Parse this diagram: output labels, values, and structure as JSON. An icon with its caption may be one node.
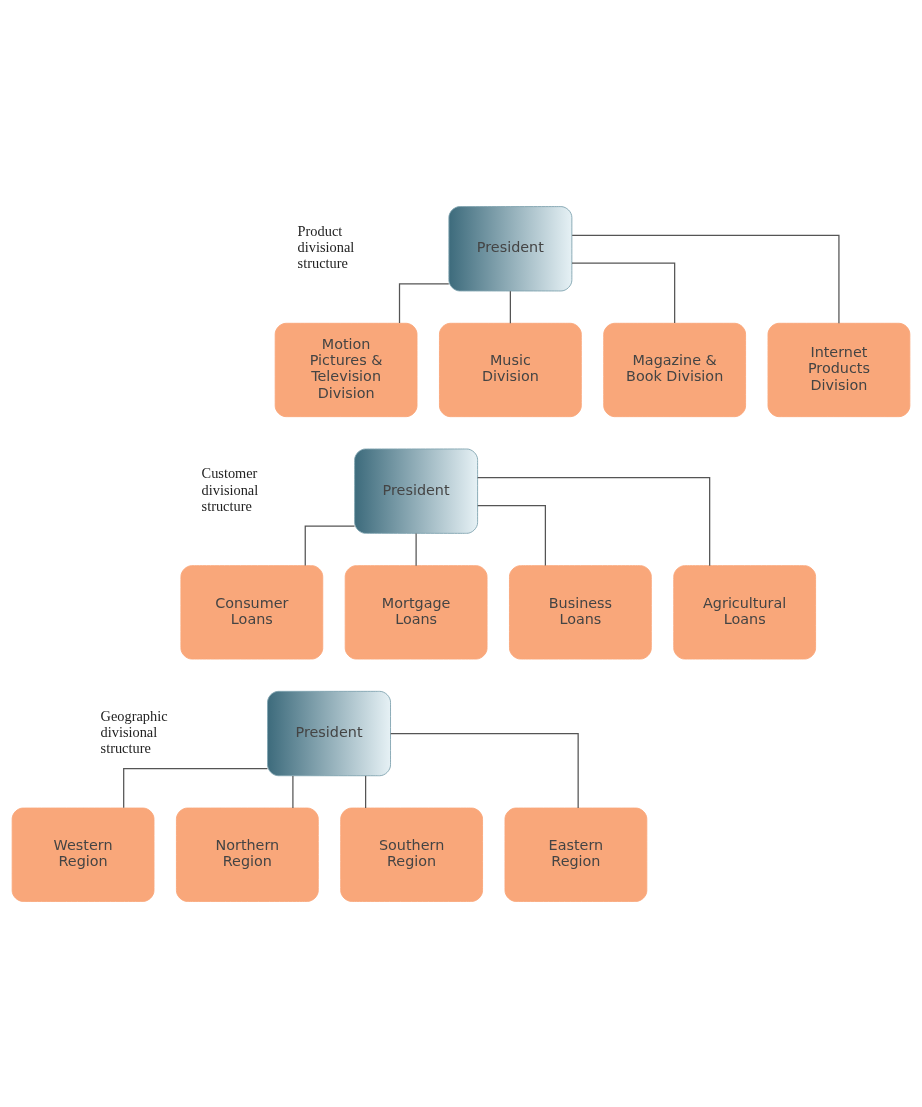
{
  "diagram": {
    "nodes": [
      {
        "text": [
          "President"
        ]
      },
      {
        "text": [
          "Motion Pictures & Television Division"
        ]
      },
      {
        "text": [
          "Music Division"
        ]
      },
      {
        "text": [
          "Magazine & Book Division"
        ]
      },
      {
        "text": [
          "Internet Products Division"
        ]
      },
      {
        "text": [
          "President"
        ]
      },
      {
        "text": [
          "Consumer Loans"
        ]
      },
      {
        "text": [
          "Mortgage Loans"
        ]
      },
      {
        "text": [
          "Business Loans"
        ]
      },
      {
        "text": [
          "Agricultural Loans"
        ]
      },
      {
        "text": [
          "President"
        ]
      },
      {
        "text": [
          "Western Region"
        ]
      },
      {
        "text": [
          "Northern Region"
        ]
      },
      {
        "text": [
          "Southern Region"
        ]
      },
      {
        "text": [
          "Eastern Region"
        ]
      }
    ],
    "edges": [
      {
        "from": 0,
        "to": 1,
        "arrow": "none"
      },
      {
        "from": 0,
        "to": 2,
        "arrow": "none"
      },
      {
        "from": 0,
        "to": 3,
        "arrow": "none"
      },
      {
        "from": 0,
        "to": 4,
        "arrow": "none"
      },
      {
        "from": 5,
        "to": 6,
        "arrow": "none"
      },
      {
        "from": 5,
        "to": 7,
        "arrow": "none"
      },
      {
        "from": 5,
        "to": 8,
        "arrow": "none"
      },
      {
        "from": 5,
        "to": 9,
        "arrow": "none"
      },
      {
        "from": 10,
        "to": 11,
        "arrow": "none"
      },
      {
        "from": 10,
        "to": 12,
        "arrow": "none"
      },
      {
        "from": 10,
        "to": 13,
        "arrow": "none"
      },
      {
        "from": 10,
        "to": 14,
        "arrow": "none"
      }
    ],
    "labels": [
      "Product divisional structure",
      "Customer divisional structure",
      "Geographic divisional structure"
    ]
  }
}
